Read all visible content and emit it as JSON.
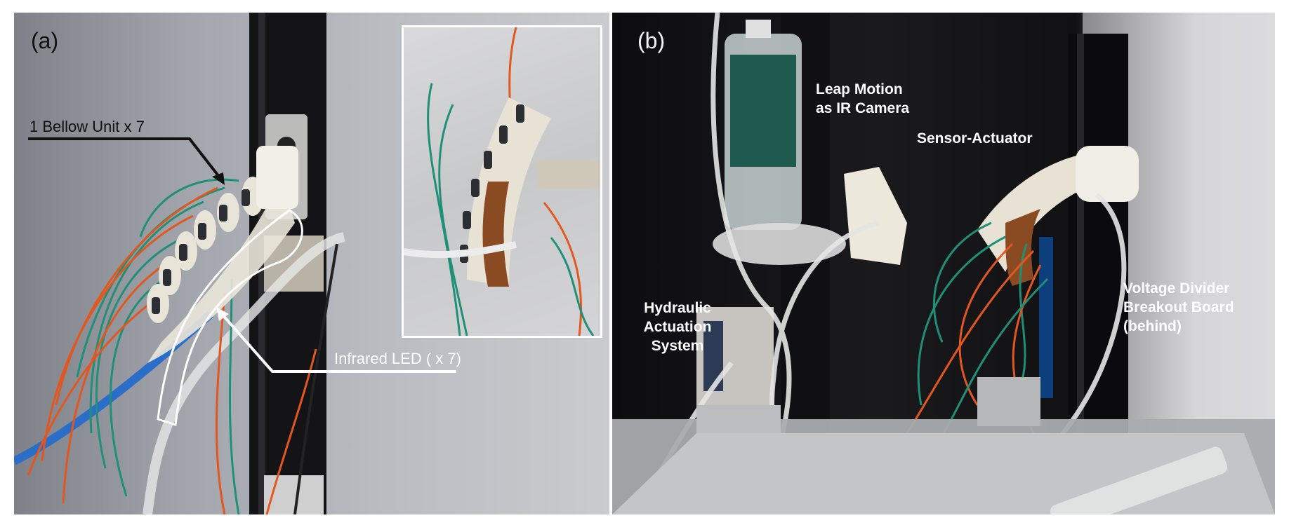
{
  "panel_a": {
    "letter": "(a)",
    "labels": {
      "bellow": "1 Bellow Unit x 7",
      "led": "Infrared LED ( x 7)"
    }
  },
  "panel_b": {
    "letter": "(b)",
    "labels": {
      "leap": [
        "Leap Motion",
        "as IR Camera"
      ],
      "sensor": "Sensor-Actuator",
      "hydraulic": [
        "Hydraulic",
        "Actuation",
        "System"
      ],
      "voltage": [
        "Voltage Divider",
        "Breakout Board",
        "(behind)"
      ]
    }
  },
  "colors": {
    "wire_green": "#1f8f78",
    "wire_orange": "#e2571f",
    "post_black": "#141416"
  }
}
